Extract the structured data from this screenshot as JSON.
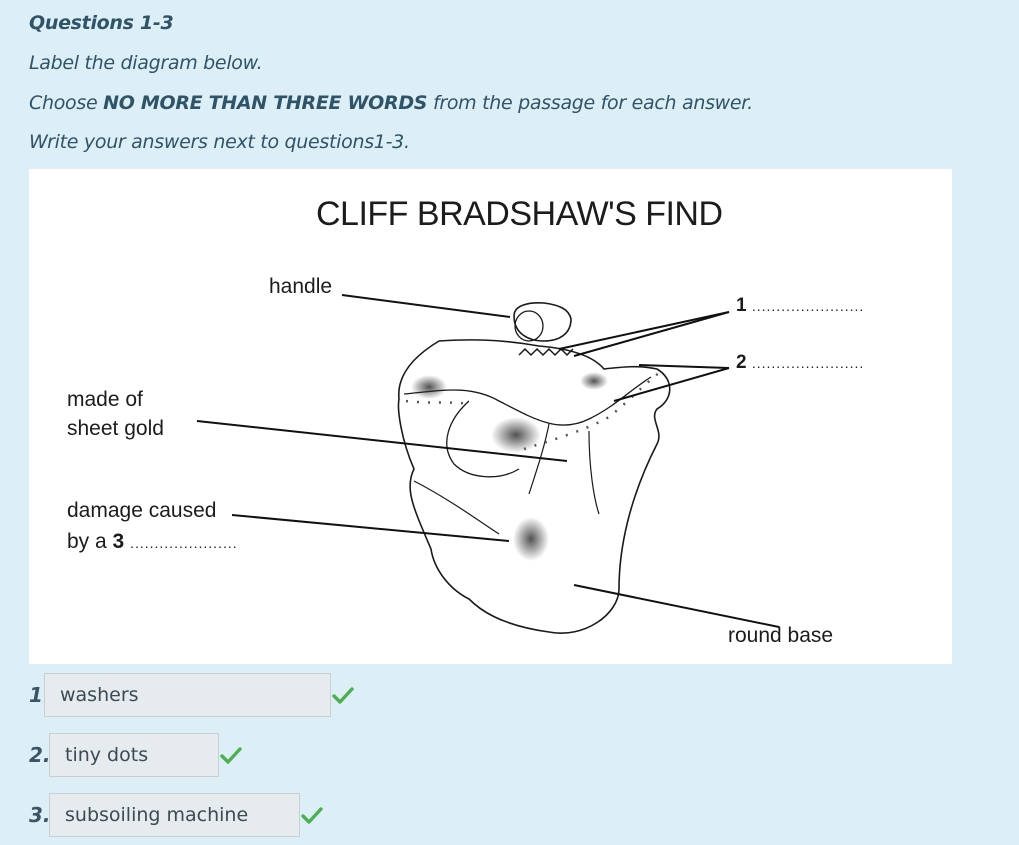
{
  "instructions": {
    "title": "Questions 1-3",
    "line1": "Label the diagram below.",
    "line2_pre": "Choose ",
    "line2_bold": "NO MORE THAN THREE WORDS",
    "line2_post": " from the passage for each answer.",
    "line3": "Write your answers next to questions1-3."
  },
  "diagram": {
    "title": "CLIFF BRADSHAW'S FIND",
    "labels": {
      "handle": "handle",
      "made_of_line1": "made of",
      "made_of_line2": "sheet gold",
      "damage_line1": "damage caused",
      "damage_line2_pre": "by a ",
      "damage_q": "3",
      "damage_dots": "......................",
      "round_base": "round base",
      "q1": "1",
      "q1_dots": ".......................",
      "q2": "2",
      "q2_dots": "......................."
    }
  },
  "answers": [
    {
      "number": "1.",
      "value": "washers",
      "status": "correct"
    },
    {
      "number": "2.",
      "value": "tiny dots",
      "status": "correct"
    },
    {
      "number": "3.",
      "value": "subsoiling machine",
      "status": "correct"
    }
  ],
  "colors": {
    "background": "#ddeff6",
    "text": "#2f5367",
    "check": "#4caf50"
  }
}
